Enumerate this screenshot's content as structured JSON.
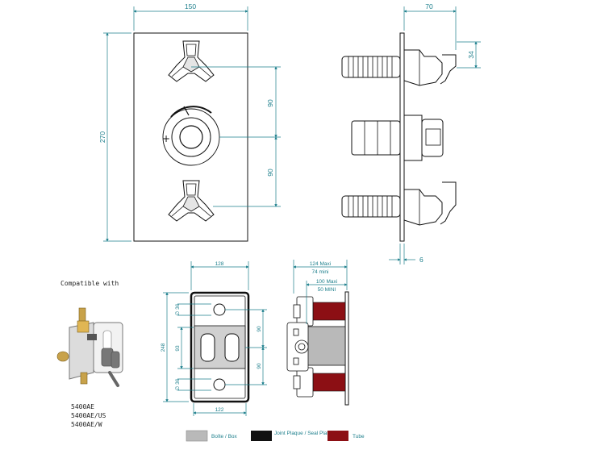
{
  "front_view": {
    "width_label": "150",
    "height_label": "270",
    "spacing_top_label": "90",
    "spacing_bottom_label": "90"
  },
  "side_view": {
    "depth_label": "70",
    "handle_label": "34",
    "plate_label": "6"
  },
  "compatible": {
    "title": "Compatible with",
    "models": [
      "5400AE",
      "5400AE/US",
      "5400AE/W"
    ]
  },
  "box_front": {
    "top_width_label": "128",
    "bottom_width_label": "122",
    "height_label": "248",
    "mid_label": "93",
    "dia_top_label": "∅ 36",
    "dia_bottom_label": "∅ 36",
    "spacing_top_label": "90",
    "spacing_bottom_label": "90"
  },
  "box_side": {
    "max_label": "124 Maxi",
    "min_label": "74 mini",
    "max2_label": "100 Maxi",
    "min2_label": "50 MINI"
  },
  "legend": [
    {
      "label": "Boîte / Box",
      "color": "#b9b9b9"
    },
    {
      "label": "Joint Plaque / Seal Plate",
      "color": "#111111"
    },
    {
      "label": "Tube",
      "color": "#8c0f14"
    }
  ],
  "colors": {
    "dimension": "#1d7f8c",
    "outline": "#111111",
    "box": "#b9b9b9",
    "tube": "#8c0f14"
  }
}
